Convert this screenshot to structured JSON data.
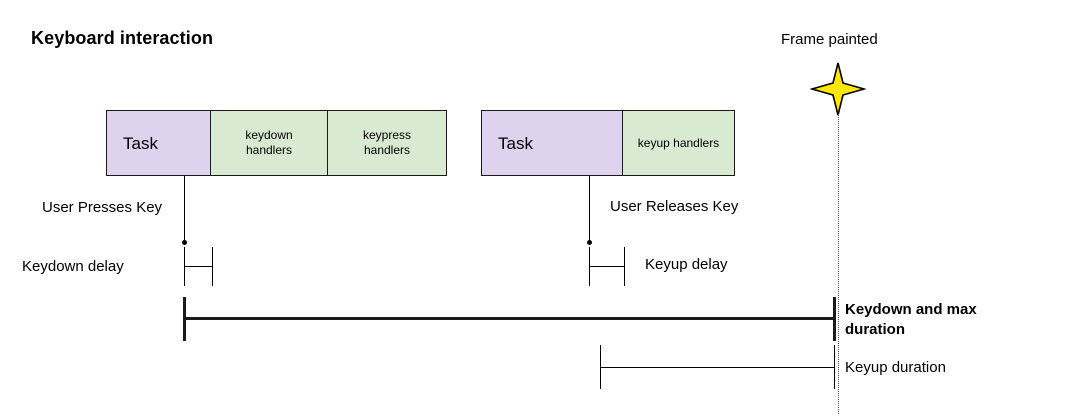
{
  "diagram": {
    "title": "Keyboard interaction",
    "type": "timeline-sequence-diagram"
  },
  "tasks": [
    {
      "name": "keydown-sequence",
      "cells": [
        {
          "label": "Task",
          "kind": "task",
          "color": "#ddd3ee"
        },
        {
          "label": "keydown\nhandlers",
          "kind": "handler",
          "color": "#d9ead3"
        },
        {
          "label": "keypress\nhandlers",
          "kind": "handler",
          "color": "#d9ead3"
        }
      ]
    },
    {
      "name": "keyup-sequence",
      "cells": [
        {
          "label": "Task",
          "kind": "task",
          "color": "#ddd3ee"
        },
        {
          "label": "keyup handlers",
          "kind": "handler",
          "color": "#d9ead3"
        }
      ]
    }
  ],
  "events": {
    "press": "User Presses Key",
    "release": "User Releases Key",
    "frame_painted": "Frame painted",
    "star_color": "#ffe800",
    "star_outline": "#000000"
  },
  "measures": [
    {
      "name": "keydown-delay",
      "label": "Keydown delay"
    },
    {
      "name": "keyup-delay",
      "label": "Keyup delay"
    },
    {
      "name": "keydown-and-max-duration",
      "label": "Keydown and max duration",
      "emphasis": "bold"
    },
    {
      "name": "keyup-duration",
      "label": "Keyup duration"
    }
  ]
}
